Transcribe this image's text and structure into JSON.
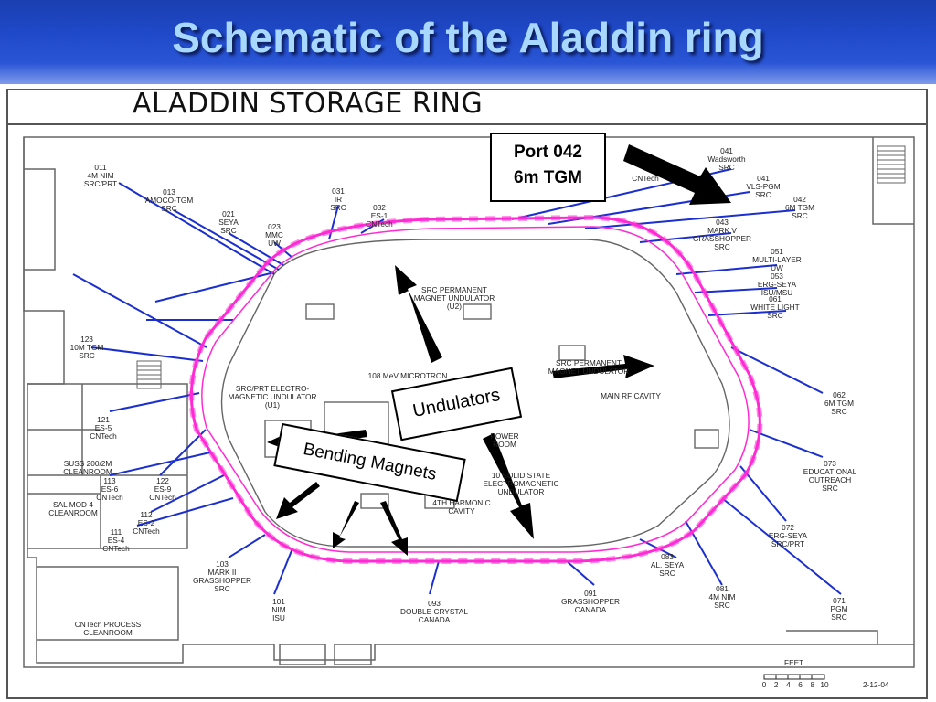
{
  "slide": {
    "title": "Schematic of the Aladdin ring",
    "banner": "ALADDIN STORAGE RING"
  },
  "annotations": {
    "port_line1": "Port 042",
    "port_line2": "6m TGM",
    "undulators": "Undulators",
    "bending_magnets": "Bending Magnets"
  },
  "colors": {
    "header": "#1f49c9",
    "title_text": "#a9d8ff",
    "ring": "#ff2ad4",
    "beamlines": "#1b2fd0",
    "arrows": "#000000"
  },
  "beamline_labels": [
    [
      "011",
      "4M NIM",
      "SRC/PRT"
    ],
    [
      "013",
      "AMOCO-TGM",
      "SRC"
    ],
    [
      "021",
      "SEYA",
      "SRC"
    ],
    [
      "023",
      "MMC",
      "UW"
    ],
    [
      "031",
      "IR",
      "SRC"
    ],
    [
      "032",
      "ES-1",
      "CNTech"
    ],
    [
      "041",
      "Wadsworth",
      "SRC"
    ],
    [
      "041",
      "VLS-PGM",
      "SRC"
    ],
    [
      "042",
      "6M TGM",
      "SRC"
    ],
    [
      "043",
      "MARK V",
      "GRASSHOPPER",
      "SRC"
    ],
    [
      "051",
      "MULTI-LAYER",
      "UW"
    ],
    [
      "053",
      "ERG-SEYA",
      "ISU/MSU"
    ],
    [
      "061",
      "WHITE LIGHT",
      "SRC"
    ],
    [
      "062",
      "6M TGM",
      "SRC"
    ],
    [
      "073",
      "EDUCATIONAL",
      "OUTREACH",
      "SRC"
    ],
    [
      "072",
      "ERG-SEYA",
      "SRC/PRT"
    ],
    [
      "071",
      "PGM",
      "SRC"
    ],
    [
      "081",
      "4M NIM",
      "SRC"
    ],
    [
      "083",
      "AL. SEYA",
      "SRC"
    ],
    [
      "091",
      "GRASSHOPPER",
      "CANADA"
    ],
    [
      "093",
      "DOUBLE CRYSTAL",
      "CANADA"
    ],
    [
      "101",
      "NIM",
      "ISU"
    ],
    [
      "103",
      "MARK II",
      "GRASSHOPPER",
      "SRC"
    ],
    [
      "111",
      "ES-4",
      "CNTech"
    ],
    [
      "112",
      "ES-2",
      "CNTech"
    ],
    [
      "113",
      "ES-6",
      "CNTech"
    ],
    [
      "122",
      "ES-9",
      "CNTech"
    ],
    [
      "121",
      "ES-5",
      "CNTech"
    ],
    [
      "123",
      "10M TGM",
      "SRC"
    ]
  ],
  "interior_labels": {
    "u2": [
      "SRC PERMANENT",
      "MAGNET UNDULATOR",
      "(U2)"
    ],
    "u1": [
      "SRC/PRT ELECTRO-",
      "MAGNETIC UNDULATOR",
      "(U1)"
    ],
    "microtron": "108 MeV MICROTRON",
    "u3": [
      "SRC PERMANENT",
      "MAGNET UNDULATOR"
    ],
    "rf": "MAIN RF CAVITY",
    "power": [
      "POWER",
      "ROOM"
    ],
    "u4": [
      "10 SOLID STATE",
      "ELECTROMAGNETIC",
      "UNDULATOR"
    ],
    "harmonic": [
      "4TH HARMONIC",
      "CAVITY"
    ],
    "suss": [
      "SUSS 200/2M",
      "CLEANROOM"
    ],
    "sal": [
      "SAL MOD 4",
      "CLEANROOM"
    ],
    "cntech": [
      "CNTech PROCESS",
      "CLEANROOM"
    ],
    "cntech_top": "CNTech"
  },
  "scale": {
    "label": "FEET",
    "ticks": [
      "0",
      "2",
      "4",
      "6",
      "8",
      "10"
    ],
    "date": "2-12-04"
  }
}
